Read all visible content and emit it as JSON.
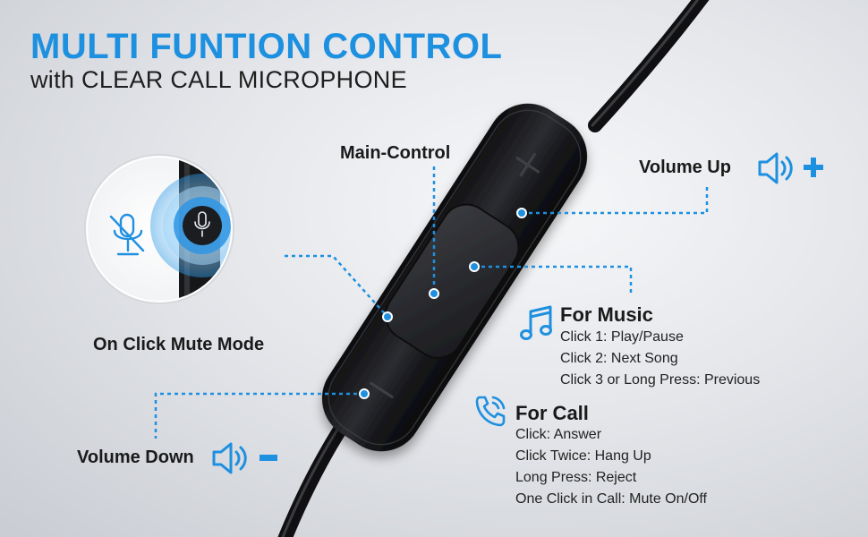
{
  "header": {
    "title": "MULTI FUNTION CONTROL",
    "subtitle": "with CLEAR CALL MICROPHONE"
  },
  "labels": {
    "main_control": "Main-Control",
    "volume_up": "Volume Up",
    "volume_down": "Volume Down",
    "mute_mode": "On Click Mute Mode"
  },
  "music": {
    "title": "For Music",
    "items": [
      "Click 1: Play/Pause",
      "Click 2:  Next Song",
      "Click 3 or Long Press: Previous"
    ]
  },
  "call": {
    "title": "For Call",
    "items": [
      "Click: Answer",
      "Click Twice: Hang Up",
      "Long Press: Reject",
      "One Click in Call: Mute On/Off"
    ]
  },
  "icons": {
    "speaker": "speaker-icon",
    "music": "music-note-icon",
    "phone": "phone-icon",
    "mic_muted": "mic-muted-icon",
    "mic": "mic-icon"
  },
  "colors": {
    "accent": "#1e90e0",
    "text": "#1a1a1a",
    "remote_body": "#1b1c1f"
  }
}
